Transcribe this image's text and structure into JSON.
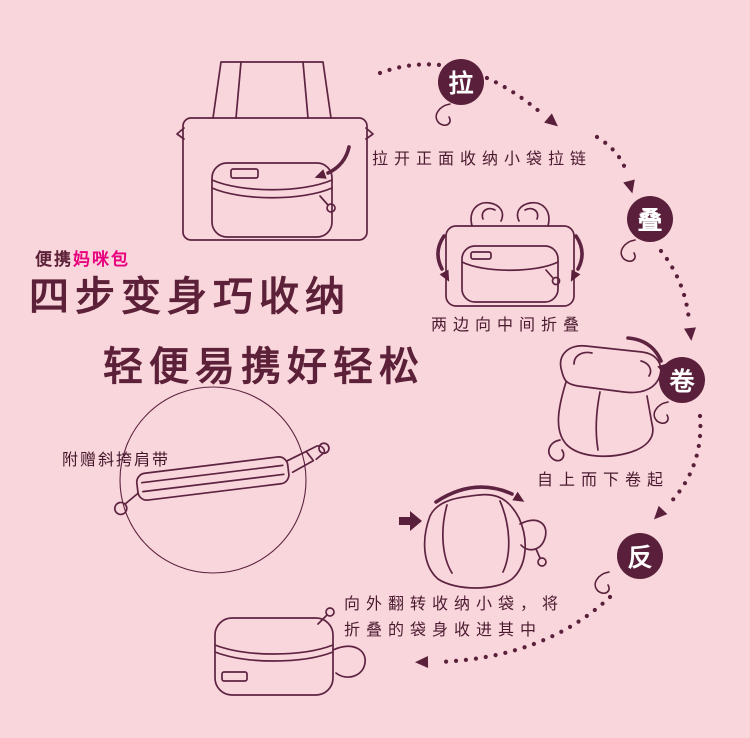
{
  "colors": {
    "background": "#f8d6db",
    "plum_dark": "#5a1f3a",
    "title_plum": "#5c2038",
    "magenta_accent": "#e8007e",
    "line_art": "#5e2340",
    "badge_text": "#ffffff"
  },
  "intro": {
    "brand_prefix": "便携",
    "brand_name": "妈咪包",
    "title_line1": "四步变身巧收纳",
    "title_line2": "轻便易携好轻松",
    "strap_note": "附赠斜挎肩带"
  },
  "steps": [
    {
      "badge": "拉",
      "caption": "拉开正面收纳小袋拉链"
    },
    {
      "badge": "叠",
      "caption": "两边向中间折叠"
    },
    {
      "badge": "卷",
      "caption": "自上而下卷起"
    },
    {
      "badge": "反",
      "caption": "向外翻转收纳小袋，将\n折叠的袋身收进其中"
    }
  ]
}
